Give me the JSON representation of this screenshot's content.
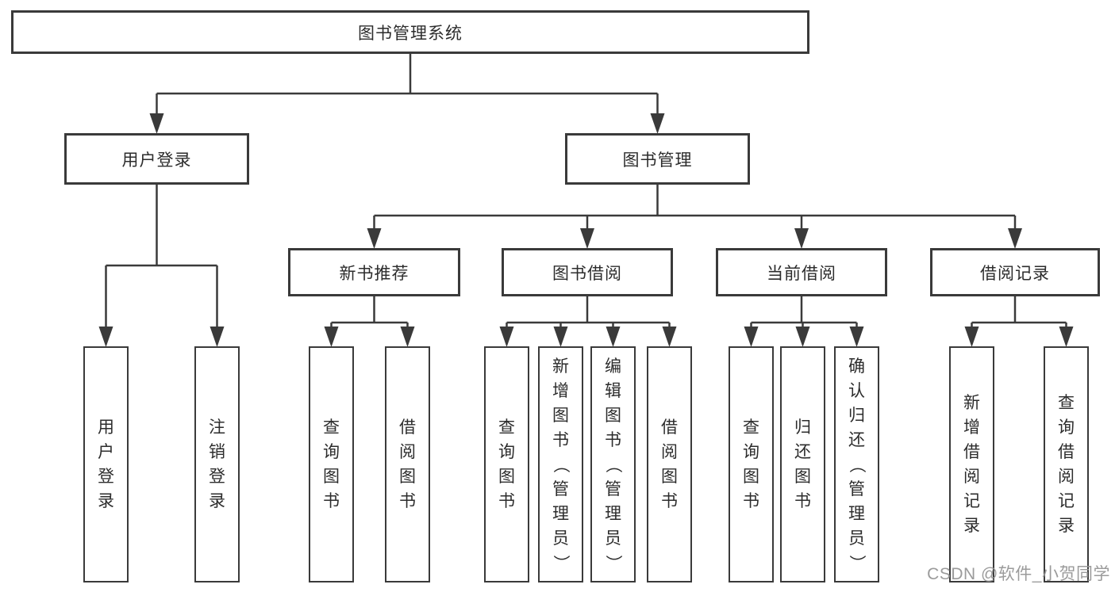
{
  "diagram": {
    "title": "图书管理系统",
    "colors": {
      "line": "#3a3a3a",
      "border": "#3a3a3a",
      "text": "#2c2c2c",
      "watermark": "#969696",
      "background": "#ffffff"
    },
    "nodes": [
      {
        "id": "root",
        "label": "图书管理系统",
        "level": 1,
        "parent": null
      },
      {
        "id": "user-login",
        "label": "用户登录",
        "level": 2,
        "parent": "root"
      },
      {
        "id": "book-management",
        "label": "图书管理",
        "level": 2,
        "parent": "root"
      },
      {
        "id": "new-book-recommend",
        "label": "新书推荐",
        "level": 3,
        "parent": "book-management"
      },
      {
        "id": "book-borrow",
        "label": "图书借阅",
        "level": 3,
        "parent": "book-management"
      },
      {
        "id": "current-borrow",
        "label": "当前借阅",
        "level": 3,
        "parent": "book-management"
      },
      {
        "id": "borrow-records",
        "label": "借阅记录",
        "level": 3,
        "parent": "book-management"
      },
      {
        "id": "leaf-user-login",
        "label": "用户登录",
        "level": 4,
        "parent": "user-login"
      },
      {
        "id": "leaf-logout",
        "label": "注销登录",
        "level": 4,
        "parent": "user-login"
      },
      {
        "id": "leaf-query-book-1",
        "label": "查询图书",
        "level": 4,
        "parent": "new-book-recommend"
      },
      {
        "id": "leaf-borrow-book-1",
        "label": "借阅图书",
        "level": 4,
        "parent": "new-book-recommend"
      },
      {
        "id": "leaf-query-book-2",
        "label": "查询图书",
        "level": 4,
        "parent": "book-borrow"
      },
      {
        "id": "leaf-add-book",
        "label": "新增图书（管理员）",
        "level": 4,
        "parent": "book-borrow"
      },
      {
        "id": "leaf-edit-book",
        "label": "编辑图书（管理员）",
        "level": 4,
        "parent": "book-borrow"
      },
      {
        "id": "leaf-borrow-book-2",
        "label": "借阅图书",
        "level": 4,
        "parent": "book-borrow"
      },
      {
        "id": "leaf-query-book-3",
        "label": "查询图书",
        "level": 4,
        "parent": "current-borrow"
      },
      {
        "id": "leaf-return-book",
        "label": "归还图书",
        "level": 4,
        "parent": "current-borrow"
      },
      {
        "id": "leaf-confirm-return",
        "label": "确认归还（管理员）",
        "level": 4,
        "parent": "current-borrow"
      },
      {
        "id": "leaf-add-borrow-record",
        "label": "新增借阅记录",
        "level": 4,
        "parent": "borrow-records"
      },
      {
        "id": "leaf-query-borrow-record",
        "label": "查询借阅记录",
        "level": 4,
        "parent": "borrow-records"
      }
    ],
    "watermark": "CSDN @软件_小贺同学"
  }
}
